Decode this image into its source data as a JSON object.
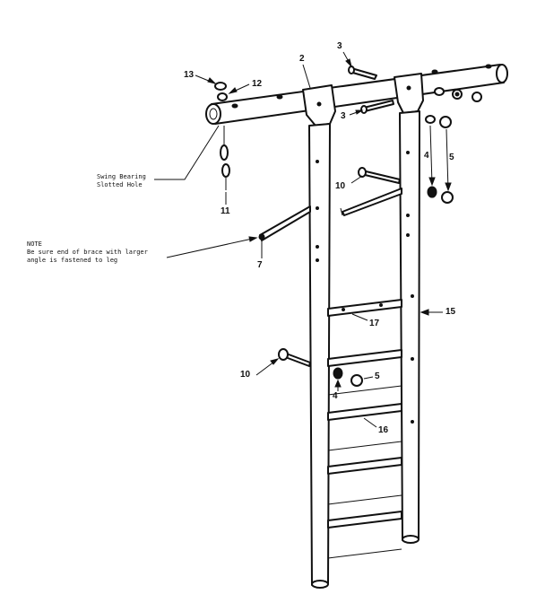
{
  "diagram": {
    "callouts": {
      "n13": "13",
      "n12": "12",
      "n2": "2",
      "n3a": "3",
      "n3b": "3",
      "n4a": "4",
      "n5a": "5",
      "n10a": "10",
      "n11": "11",
      "n7": "7",
      "n17": "17",
      "n15": "15",
      "n10b": "10",
      "n5b": "5",
      "n4b": "4",
      "n16": "16"
    },
    "swing_bearing": {
      "line1": "Swing Bearing",
      "line2": "Slotted Hole"
    },
    "note": {
      "title": "NOTE",
      "line1": "Be sure end of brace with larger",
      "line2": "angle is fastened to leg"
    }
  },
  "colors": {
    "ink": "#111111",
    "paper": "#ffffff"
  }
}
